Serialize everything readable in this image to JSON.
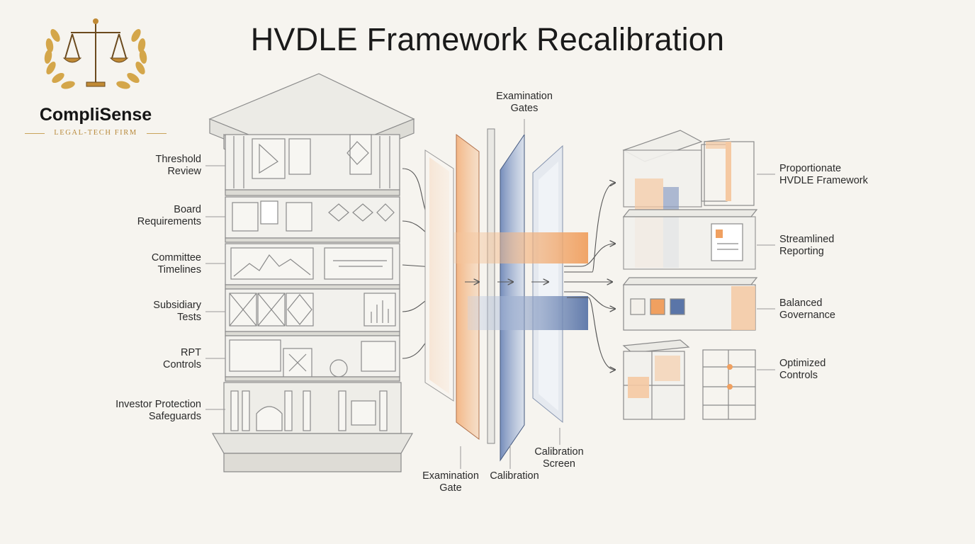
{
  "title": "HVDLE Framework Recalibration",
  "brand": {
    "name": "CompliSense",
    "tagline": "LEGAL-TECH FIRM",
    "logo_icon": "scales-of-justice-icon",
    "accent": "#c9a35a"
  },
  "colors": {
    "orange": "#f0a060",
    "blue": "#5a75a8",
    "line": "#555555"
  },
  "inputs": [
    {
      "line1": "Threshold",
      "line2": "Review"
    },
    {
      "line1": "Board",
      "line2": "Requirements"
    },
    {
      "line1": "Committee",
      "line2": "Timelines"
    },
    {
      "line1": "Subsidiary",
      "line2": "Tests"
    },
    {
      "line1": "RPT",
      "line2": "Controls"
    },
    {
      "line1": "Investor Protection",
      "line2": "Safeguards"
    }
  ],
  "gates": {
    "top": {
      "line1": "Examination",
      "line2": "Gates"
    },
    "examination_gate": {
      "line1": "Examination",
      "line2": "Gate"
    },
    "calibration": {
      "line1": "Calibration"
    },
    "calibration_screen": {
      "line1": "Calibration",
      "line2": "Screen"
    }
  },
  "outputs": [
    {
      "line1": "Proportionate",
      "line2": "HVDLE Framework"
    },
    {
      "line1": "Streamlined",
      "line2": "Reporting"
    },
    {
      "line1": "Balanced",
      "line2": "Governance"
    },
    {
      "line1": "Optimized",
      "line2": "Controls"
    }
  ]
}
